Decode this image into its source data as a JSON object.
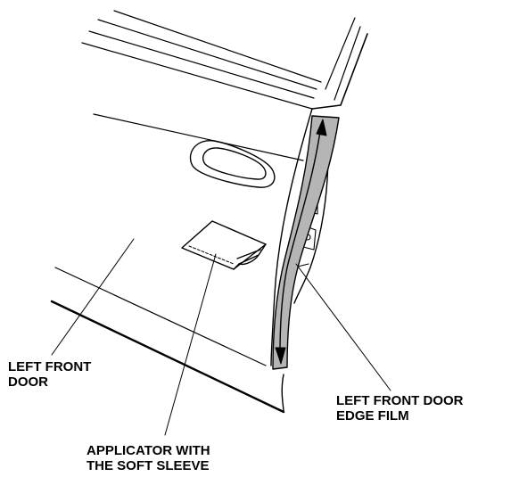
{
  "labels": {
    "door": [
      "LEFT FRONT",
      "DOOR"
    ],
    "applicator": [
      "APPLICATOR WITH",
      "THE SOFT SLEEVE"
    ],
    "edge_film": [
      "LEFT FRONT DOOR",
      "EDGE FILM"
    ]
  },
  "colors": {
    "line": "#000000",
    "film_fill": "#b5b5b5",
    "background": "#ffffff"
  }
}
